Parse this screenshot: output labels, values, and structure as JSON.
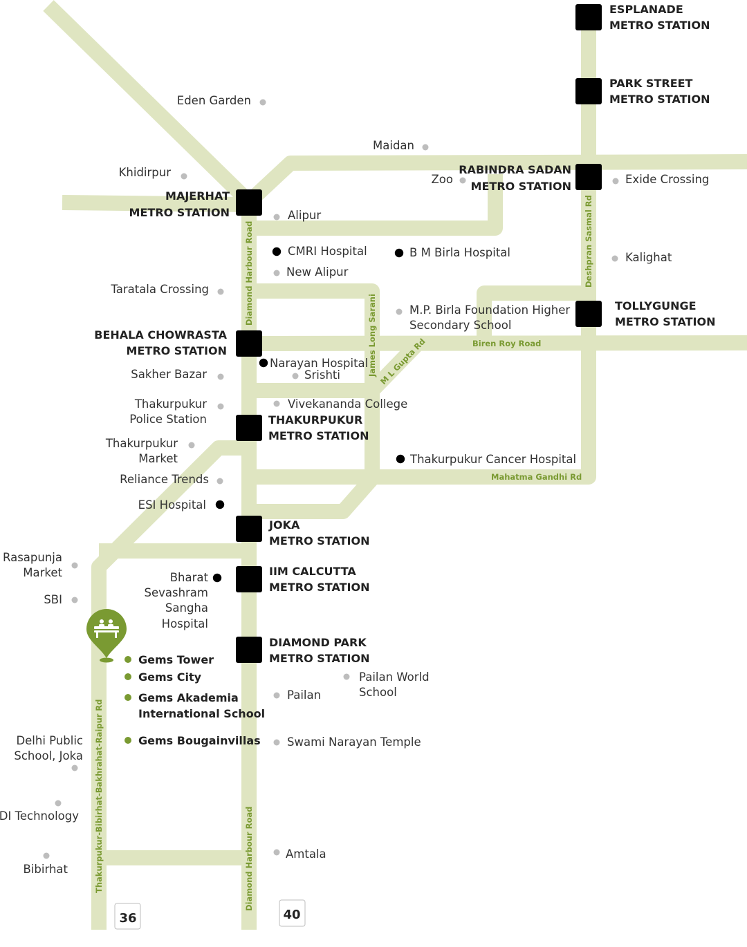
{
  "stations": {
    "esplanade": [
      "ESPLANADE",
      "METRO STATION"
    ],
    "park_street": [
      "PARK STREET",
      "METRO STATION"
    ],
    "rabindra_sadan": [
      "RABINDRA SADAN",
      "METRO STATION"
    ],
    "majerhat": [
      "MAJERHAT",
      "METRO STATION"
    ],
    "tollygunge": [
      "TOLLYGUNGE",
      "METRO STATION"
    ],
    "behala_chowrasta": [
      "BEHALA CHOWRASTA",
      "METRO STATION"
    ],
    "thakurpukur": [
      "THAKURPUKUR",
      "METRO STATION"
    ],
    "joka": [
      "JOKA",
      "METRO STATION"
    ],
    "iim_calcutta": [
      "IIM CALCUTTA",
      "METRO STATION"
    ],
    "diamond_park": [
      "DIAMOND PARK",
      "METRO STATION"
    ]
  },
  "places": {
    "eden_garden": "Eden Garden",
    "maidan": "Maidan",
    "khidirpur": "Khidirpur",
    "zoo": "Zoo",
    "exide_crossing": "Exide Crossing",
    "alipur": "Alipur",
    "new_alipur": "New Alipur",
    "kalighat": "Kalighat",
    "taratala_crossing": "Taratala Crossing",
    "mp_birla": [
      "M.P. Birla Foundation Higher",
      "Secondary School"
    ],
    "sakher_bazar": "Sakher Bazar",
    "srishti": "Srishti",
    "thakurpukur_police": [
      "Thakurpukur",
      "Police Station"
    ],
    "vivekananda_college": "Vivekananda College",
    "thakurpukur_market": [
      "Thakurpukur",
      "Market"
    ],
    "reliance_trends": "Reliance Trends",
    "rasapunja_market": [
      "Rasapunja",
      "Market"
    ],
    "sbi": "SBI",
    "pailan_world_school": [
      "Pailan World",
      "School"
    ],
    "pailan": "Pailan",
    "delhi_public_school": [
      "Delhi Public",
      "School, Joka"
    ],
    "swami_narayan_temple": "Swami Narayan Temple",
    "di_technology": "DI Technology",
    "bibirhat": "Bibirhat",
    "amtala": "Amtala"
  },
  "hospitals": {
    "cmri": "CMRI Hospital",
    "bm_birla": "B M Birla Hospital",
    "narayan": "Narayan Hospital",
    "thakurpukur_cancer": "Thakurpukur Cancer Hospital",
    "esi": "ESI Hospital",
    "bharat_sevashram": [
      "Bharat",
      "Sevashram",
      "Sangha",
      "Hospital"
    ]
  },
  "gems": {
    "tower": "Gems Tower",
    "city": "Gems City",
    "akademia": [
      "Gems Akademia",
      "International School"
    ],
    "bougainvillas": "Gems Bougainvillas"
  },
  "roads": {
    "diamond_harbour_upper": "Diamond Harbour Road",
    "diamond_harbour_lower": "Diamond Harbour Road",
    "deshpran_sasmal": "Deshpran Sasmal Rd",
    "james_long_sarani": "James Long Sarani",
    "ml_gupta": "M L Gupta Rd",
    "biren_roy": "Biren Roy Road",
    "mahatma_gandhi": "Mahatma Gandhi Rd",
    "thakurpukur_bibirhat": "Thakurpukur-Bibirhat-Bakhrahat-Raipur Rd"
  },
  "highways": {
    "nh36": "36",
    "nh40": "40"
  },
  "colors": {
    "road": "#dfe5c1",
    "accent": "#8aaa3a",
    "marker": "#7a9a32"
  }
}
